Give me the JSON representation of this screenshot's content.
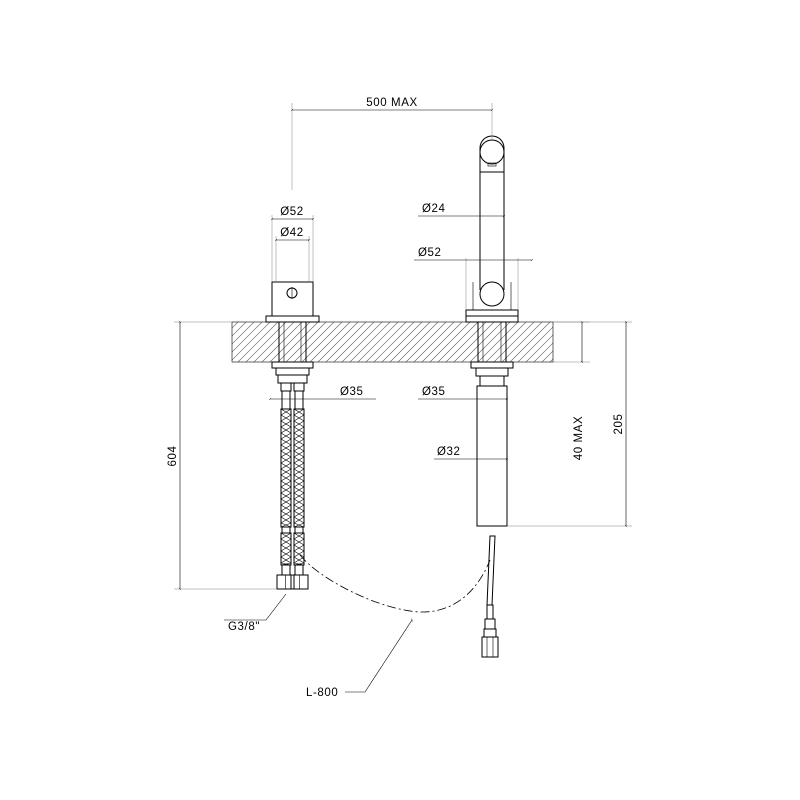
{
  "drawing": {
    "dimensions": {
      "reach": "500  MAX",
      "spout_tube_diameter": "Ø24",
      "spout_base_diameter": "Ø52",
      "handle_outer_diameter": "Ø52",
      "handle_inner_diameter": "Ø42",
      "handle_shank_diameter": "Ø35",
      "spout_shank_diameter": "Ø35",
      "spout_body_diameter": "Ø32",
      "max_deck_thickness": "40  MAX",
      "spout_underdeck_depth": "205",
      "hose_connection_length": "604",
      "connection_thread": "G3/8\"",
      "hose_length": "L-800"
    }
  }
}
